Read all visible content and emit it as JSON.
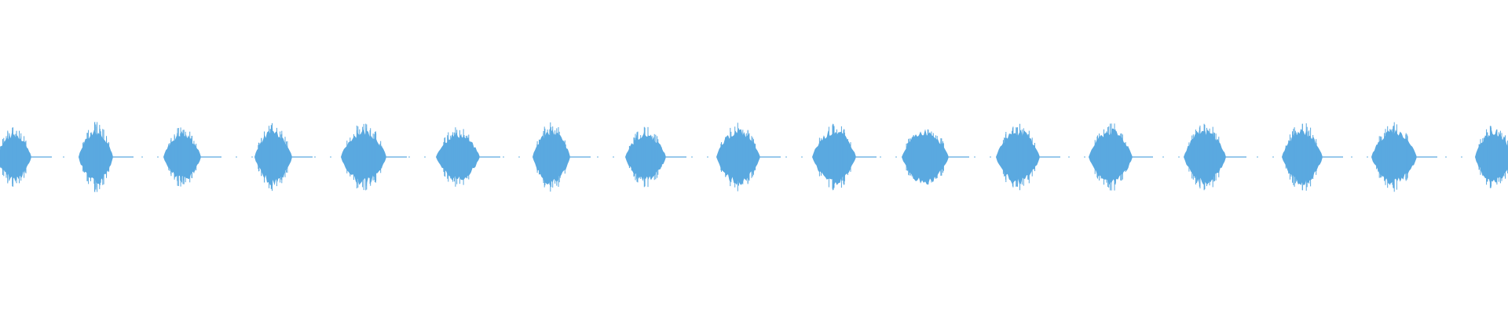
{
  "waveform": {
    "color": "#5aa9e0",
    "background": "#ffffff",
    "pulses": [
      {
        "amplitude": 0.07
      },
      {
        "amplitude": 0.08
      },
      {
        "amplitude": 0.07
      },
      {
        "amplitude": 0.08
      },
      {
        "amplitude": 0.08
      },
      {
        "amplitude": 0.07
      },
      {
        "amplitude": 0.08
      },
      {
        "amplitude": 0.07
      },
      {
        "amplitude": 0.08
      },
      {
        "amplitude": 0.08
      },
      {
        "amplitude": 0.08
      },
      {
        "amplitude": 0.08
      },
      {
        "amplitude": 0.08
      },
      {
        "amplitude": 0.08
      },
      {
        "amplitude": 0.08
      },
      {
        "amplitude": 0.08
      },
      {
        "amplitude": 0.08
      }
    ]
  }
}
